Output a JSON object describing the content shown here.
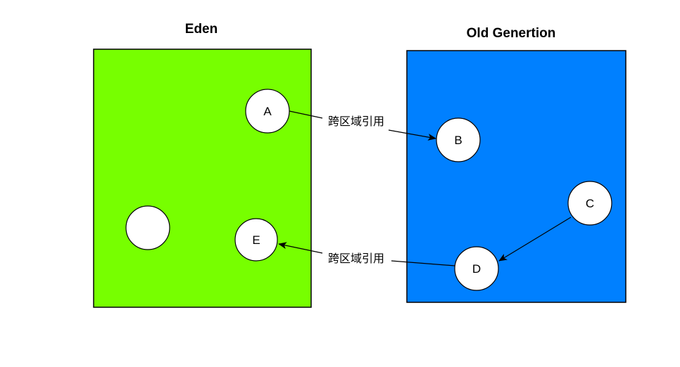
{
  "regions": {
    "eden": {
      "title": "Eden",
      "fill": "#77ff00"
    },
    "old": {
      "title": "Old Genertion",
      "fill": "#0080ff"
    }
  },
  "nodes": {
    "a": {
      "label": "A"
    },
    "b": {
      "label": "B"
    },
    "c": {
      "label": "C"
    },
    "d": {
      "label": "D"
    },
    "e": {
      "label": "E"
    },
    "unlabeled": {
      "label": ""
    }
  },
  "edges": {
    "a_to_b": {
      "label": "跨区域引用"
    },
    "d_to_e": {
      "label": "跨区域引用"
    }
  }
}
